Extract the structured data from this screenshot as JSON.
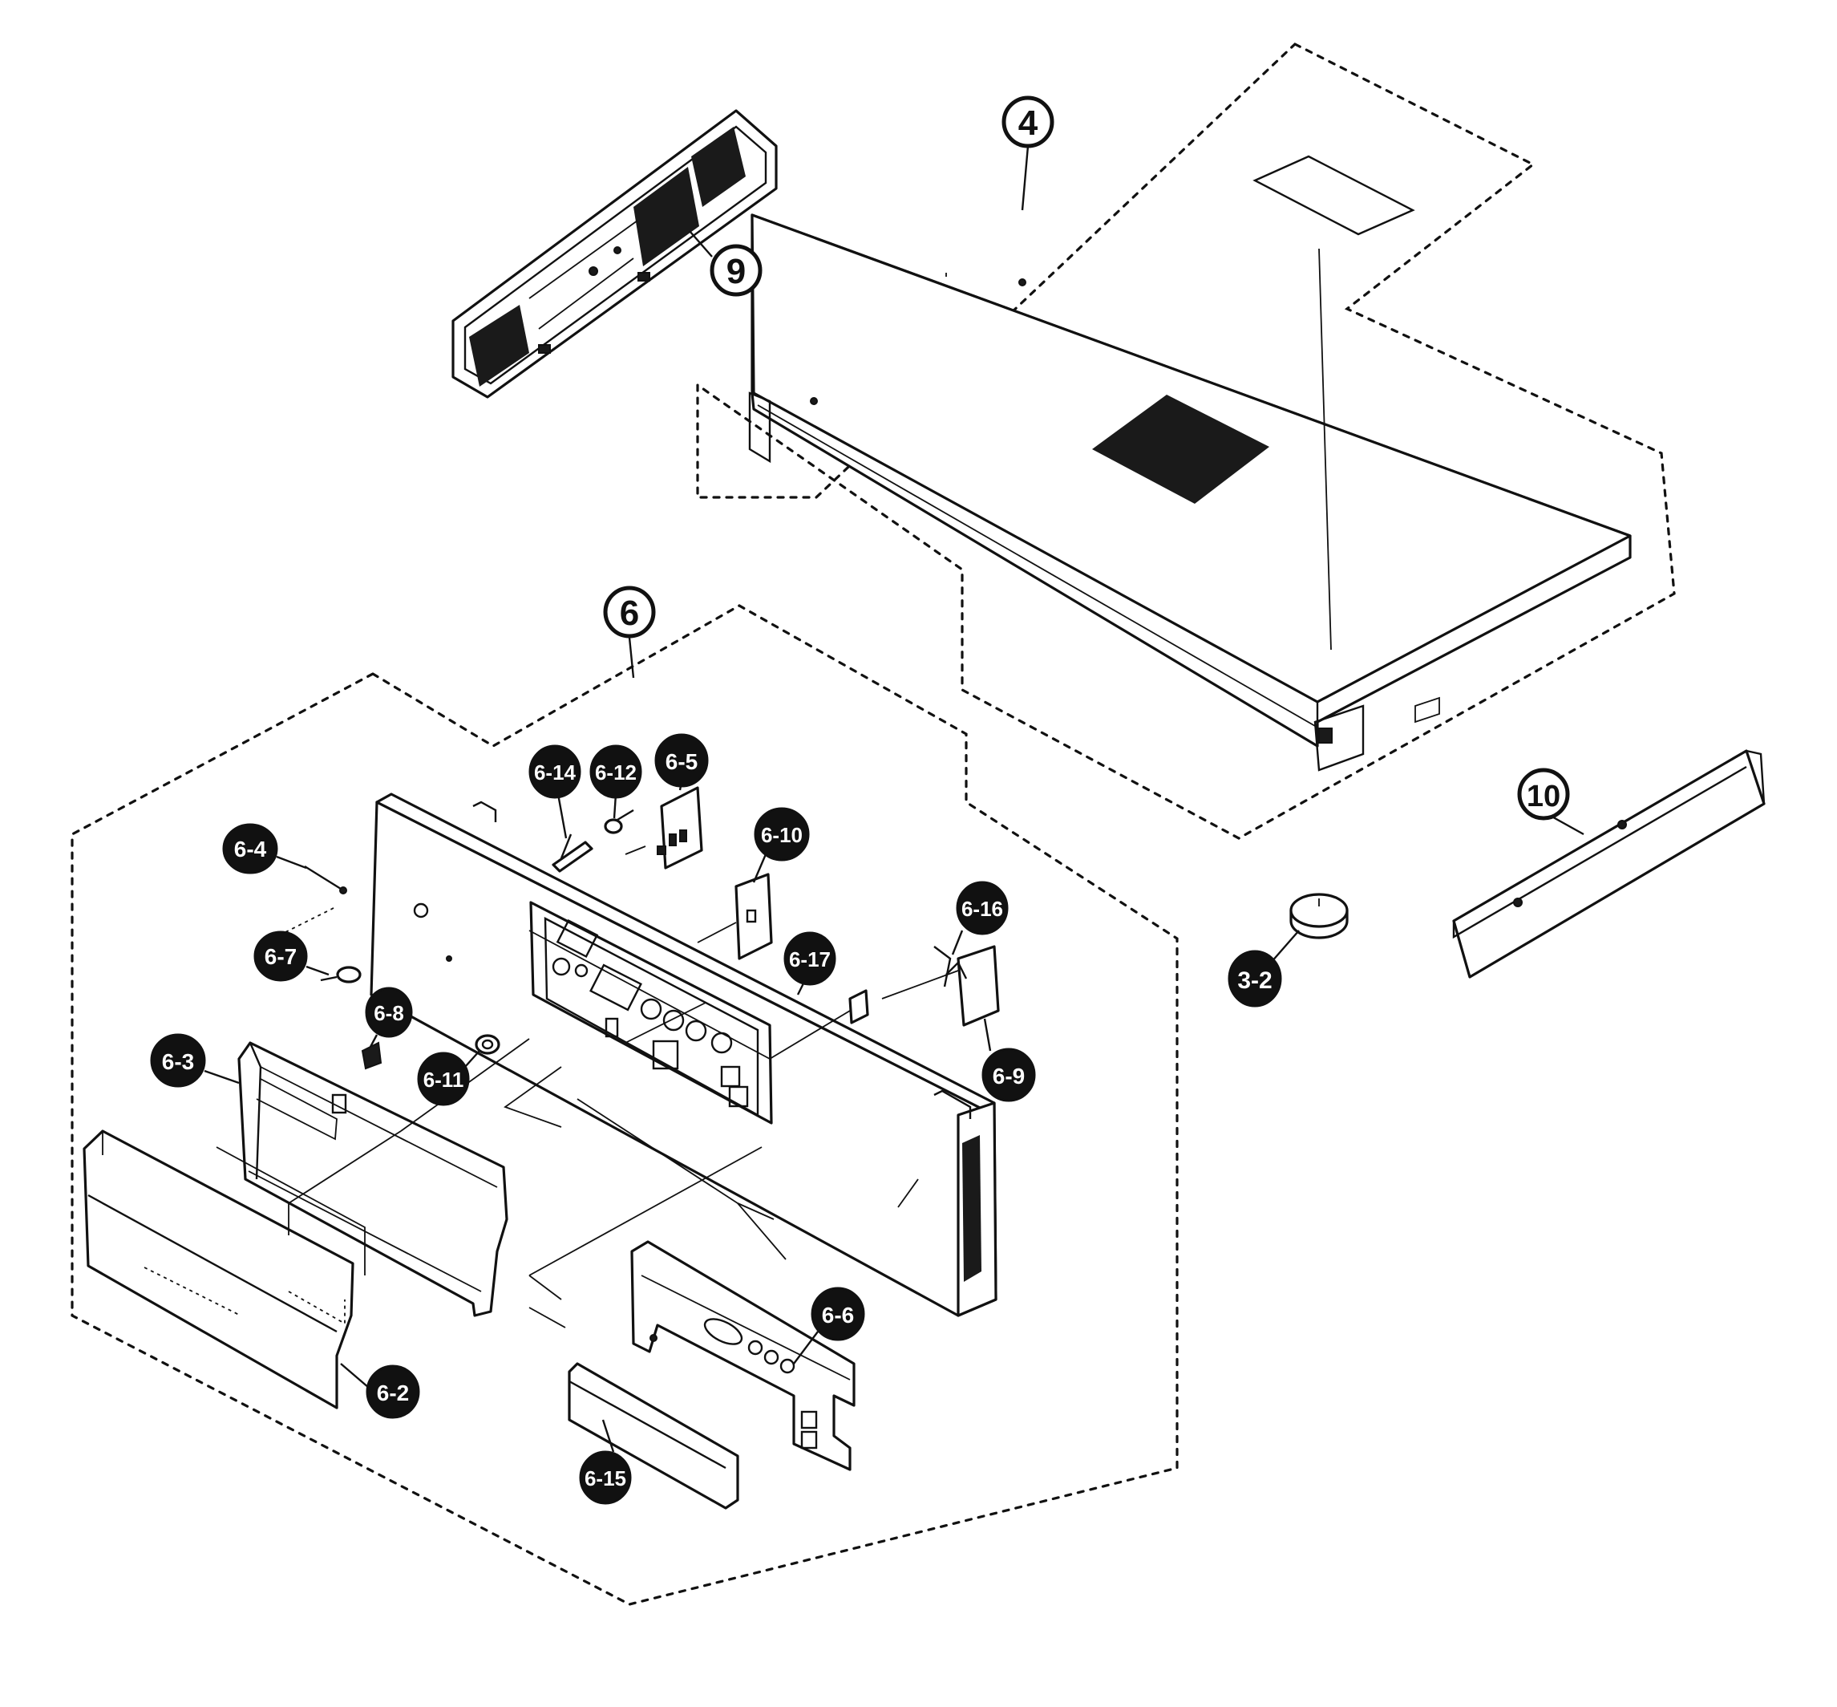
{
  "callouts": {
    "c4": "4",
    "c9": "9",
    "c6": "6",
    "c10": "10",
    "c3_2": "3-2",
    "c6_2": "6-2",
    "c6_3": "6-3",
    "c6_4": "6-4",
    "c6_5": "6-5",
    "c6_6": "6-6",
    "c6_7": "6-7",
    "c6_8": "6-8",
    "c6_9": "6-9",
    "c6_10": "6-10",
    "c6_11": "6-11",
    "c6_12": "6-12",
    "c6_14": "6-14",
    "c6_15": "6-15",
    "c6_16": "6-16",
    "c6_17": "6-17"
  }
}
